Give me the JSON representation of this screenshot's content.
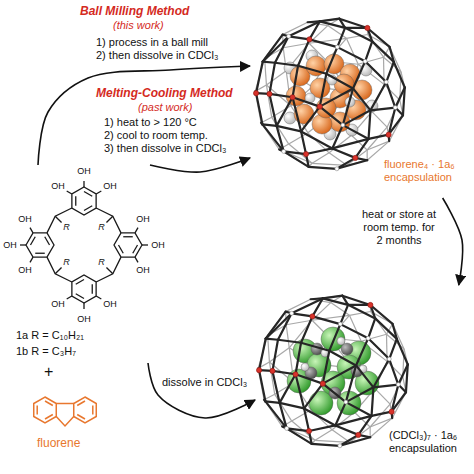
{
  "diagram": {
    "nodes": [
      {
        "text": [
          "1a R = C₁₀H₂₁",
          "1b R = C₃H₇"
        ]
      },
      {
        "text": [
          "fluorene"
        ]
      },
      {
        "text": [
          "fluorene₄ · 1a₆ encapsulation"
        ]
      },
      {
        "text": [
          "(CDCl₃)₇ · 1a₆ encapsulation"
        ]
      }
    ],
    "edges": [
      {
        "from": 0,
        "to": 2,
        "arrow": "to",
        "label": "1) process in a ball mill 2) then dissolve in CDCl₃"
      },
      {
        "from": 0,
        "to": 2,
        "arrow": "to",
        "label": "1) heat to > 120 °C 2) cool to room temp. 3) then dissolve in CDCl₃"
      },
      {
        "from": 2,
        "to": 3,
        "arrow": "to",
        "label": "heat or store at room temp. for 2 months"
      },
      {
        "from": 0,
        "to": 3,
        "arrow": "to",
        "label": "dissolve in CDCl₃"
      }
    ],
    "labels": [
      "Ball Milling Method",
      "(this work)",
      "Melting-Cooling Method",
      "(past work)",
      "+",
      "R",
      "R",
      "R",
      "R",
      "OH",
      "OH",
      "OH",
      "OH",
      "OH",
      "OH",
      "OH",
      "OH",
      "OH",
      "OH",
      "OH",
      "OH"
    ]
  }
}
